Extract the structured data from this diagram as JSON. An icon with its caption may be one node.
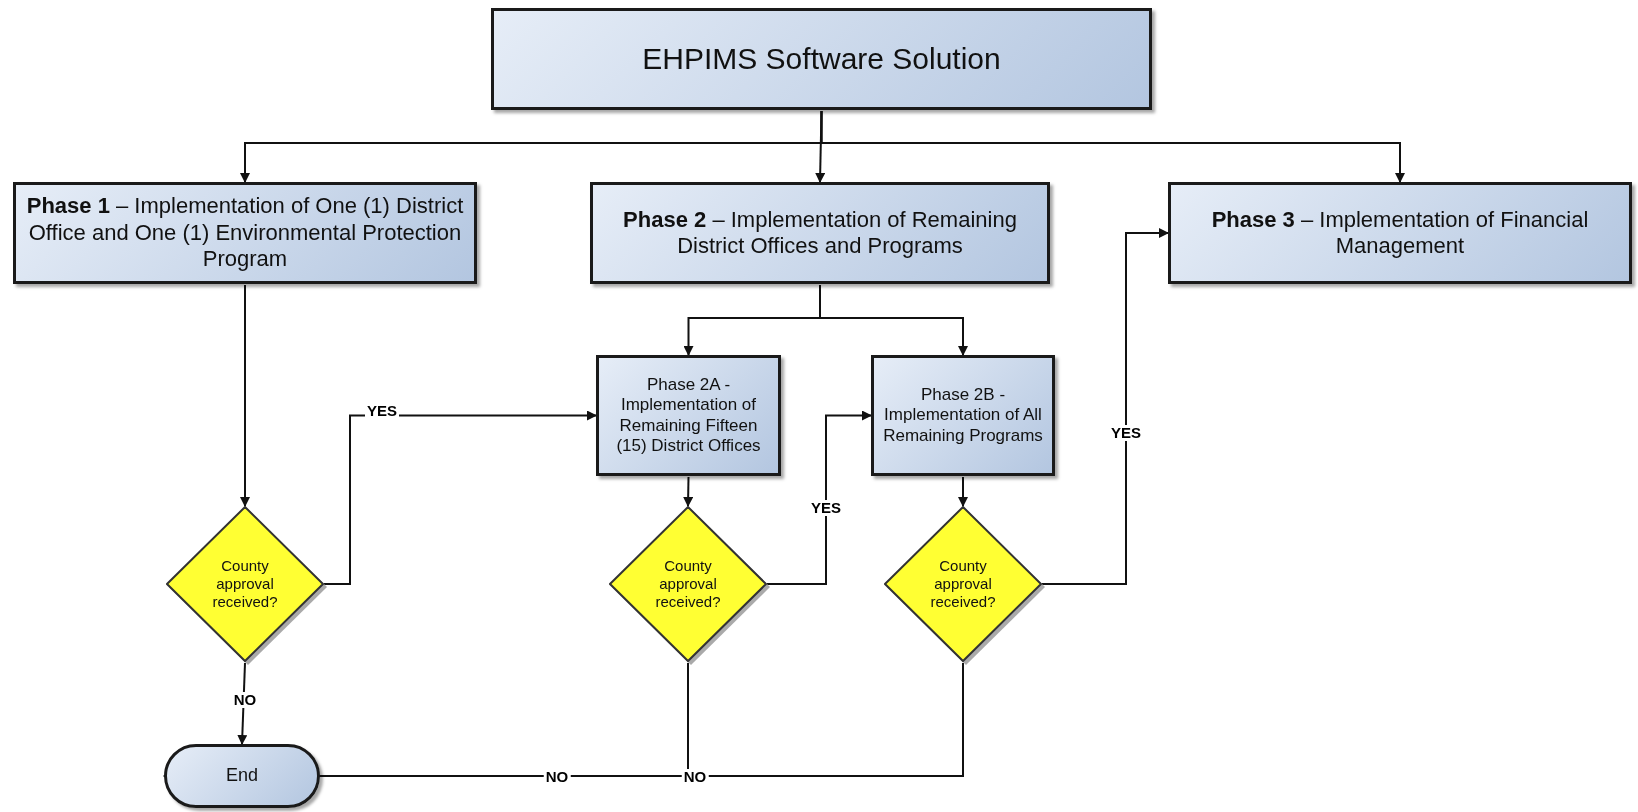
{
  "diagram": {
    "nodes": [
      {
        "text": [
          "EHPIMS Software Solution"
        ]
      },
      {
        "text": [
          "**Phase 1** – Implementation of One (1) District Office and One (1) Environmental Protection Program"
        ]
      },
      {
        "text": [
          "**Phase 2** – Implementation of Remaining District Offices and Programs"
        ]
      },
      {
        "text": [
          "**Phase 3** – Implementation of Financial Management"
        ]
      },
      {
        "text": [
          "Phase 2A - Implementation of Remaining Fifteen (15) District Offices"
        ]
      },
      {
        "text": [
          "Phase 2B - Implementation of All Remaining Programs"
        ]
      },
      {
        "text": [
          "County approval received?"
        ]
      },
      {
        "text": [
          "County approval received?"
        ]
      },
      {
        "text": [
          "County approval received?"
        ]
      },
      {
        "text": [
          "End"
        ]
      }
    ],
    "edges": [
      {
        "from": 0,
        "to": 1,
        "arrow": "to"
      },
      {
        "from": 0,
        "to": 2,
        "arrow": "to"
      },
      {
        "from": 0,
        "to": 3,
        "arrow": "to"
      },
      {
        "from": 1,
        "to": 6,
        "arrow": "to"
      },
      {
        "from": 6,
        "to": 4,
        "arrow": "to",
        "label": "YES"
      },
      {
        "from": 6,
        "to": 9,
        "arrow": "to",
        "label": "NO"
      },
      {
        "from": 2,
        "to": 4,
        "arrow": "to"
      },
      {
        "from": 2,
        "to": 5,
        "arrow": "to"
      },
      {
        "from": 4,
        "to": 7,
        "arrow": "to"
      },
      {
        "from": 5,
        "to": 8,
        "arrow": "to"
      },
      {
        "from": 7,
        "to": 5,
        "arrow": "to",
        "label": "YES"
      },
      {
        "from": 7,
        "to": 9,
        "arrow": "to",
        "label": "NO"
      },
      {
        "from": 8,
        "to": 3,
        "arrow": "to",
        "label": "YES"
      },
      {
        "from": 8,
        "to": 9,
        "arrow": "to",
        "label": "NO"
      }
    ]
  }
}
